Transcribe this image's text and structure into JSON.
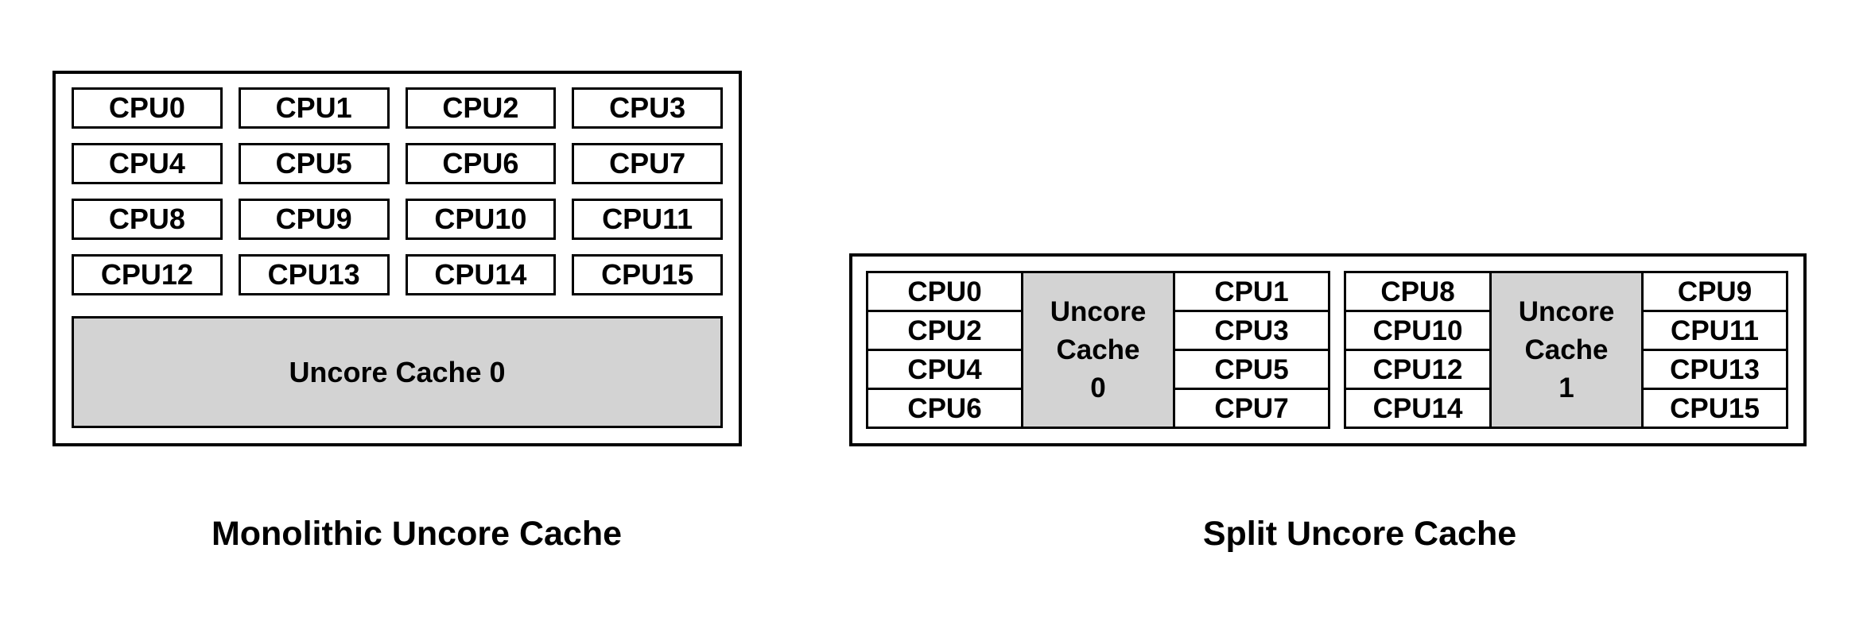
{
  "colors": {
    "background": "#ffffff",
    "cache_fill": "#d3d3d3",
    "border": "#000000",
    "text": "#000000"
  },
  "monolithic": {
    "caption": "Monolithic Uncore Cache",
    "cache_label": "Uncore Cache 0",
    "cpu_rows": [
      [
        "CPU0",
        "CPU1",
        "CPU2",
        "CPU3"
      ],
      [
        "CPU4",
        "CPU5",
        "CPU6",
        "CPU7"
      ],
      [
        "CPU8",
        "CPU9",
        "CPU10",
        "CPU11"
      ],
      [
        "CPU12",
        "CPU13",
        "CPU14",
        "CPU15"
      ]
    ]
  },
  "split": {
    "caption": "Split Uncore Cache",
    "groups": [
      {
        "left_cpus": [
          "CPU0",
          "CPU2",
          "CPU4",
          "CPU6"
        ],
        "cache_lines": [
          "Uncore",
          "Cache",
          "0"
        ],
        "right_cpus": [
          "CPU1",
          "CPU3",
          "CPU5",
          "CPU7"
        ]
      },
      {
        "left_cpus": [
          "CPU8",
          "CPU10",
          "CPU12",
          "CPU14"
        ],
        "cache_lines": [
          "Uncore",
          "Cache",
          "1"
        ],
        "right_cpus": [
          "CPU9",
          "CPU11",
          "CPU13",
          "CPU15"
        ]
      }
    ]
  }
}
